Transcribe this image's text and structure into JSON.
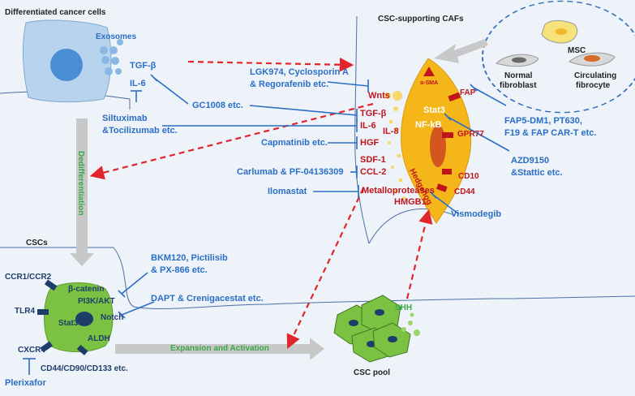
{
  "titles": {
    "cancer_cells": "Differentiated cancer cells",
    "cafs": "CSC-supporting CAFs",
    "cscs": "CSCs",
    "csc_pool": "CSC pool"
  },
  "cancer_cell": {
    "exosomes": "Exosomes",
    "tgf_beta": "TGF-β",
    "il6": "IL-6"
  },
  "inhibitors": {
    "lgk974": "LGK974, Cyclosporin A",
    "regorafenib": "& Regorafenib etc.",
    "gc1008": "GC1008 etc.",
    "siltuximab": "Siltuximab",
    "tocilizumab": "&Tocilizumab etc.",
    "capmatinib": "Capmatinib etc.",
    "carlumab": "Carlumab & PF-04136309",
    "ilomastat": "Ilomastat",
    "fap5": "FAP5-DM1, PT630,",
    "f19": "F19 & FAP CAR-T etc.",
    "azd9150": "AZD9150",
    "stattic": "&Stattic etc.",
    "vismodegib": "Vismodegib",
    "bkm120": "BKM120, Pictilisib",
    "px866": "& PX-866 etc.",
    "dapt": "DAPT & Crenigacestat etc.",
    "plerixafor": "Plerixafor"
  },
  "secreted_factors": {
    "wnts": "Wnts",
    "tgf_beta": "TGF-β",
    "il6": "IL-6",
    "il8": "IL-8",
    "hgf": "HGF",
    "sdf1": "SDF-1",
    "ccl2": "CCL-2",
    "metalloproteases": "Metalloproteases",
    "hmgb1": "HMGB1"
  },
  "caf_cell": {
    "asma": "α-SMA",
    "fap": "FAP",
    "stat3": "Stat3",
    "nfkb": "NF-kB",
    "gpr77": "GPR77",
    "cd10": "CD10",
    "cd44": "CD44",
    "hedgehog": "Hedgehog"
  },
  "origins": {
    "msc": "MSC",
    "normal_fibroblast_1": "Normal",
    "normal_fibroblast_2": "fibroblast",
    "fibrocyte_1": "Circulating",
    "fibrocyte_2": "fibrocyte"
  },
  "csc": {
    "ccr": "CCR1/CCR2",
    "tlr4": "TLR4",
    "cxcr4": "CXCR4",
    "beta_catenin": "β-catenin",
    "pi3k": "PI3K/AKT",
    "notch": "Notch",
    "stat3": "Stat3",
    "aldh": "ALDH",
    "markers": "CD44/CD90/CD133 etc."
  },
  "pool": {
    "shh": "SHH"
  },
  "arrows": {
    "dedifferentiation": "Dedifferentiation",
    "expansion": "Expansion and Activation"
  },
  "colors": {
    "background": "#eef3f9",
    "inhibitor_blue": "#2a6ec6",
    "factor_red": "#c0141c",
    "caf_yellow": "#f5b61a",
    "csc_green": "#7cc242",
    "process_green": "#3aa845",
    "cancer_cell_blue": "#b7d3ee"
  }
}
